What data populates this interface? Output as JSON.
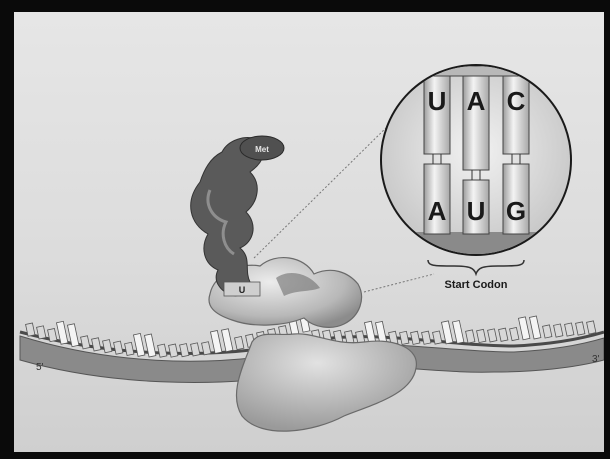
{
  "diagram": {
    "met_label": "Met",
    "anticodon_letters": [
      "U",
      "A",
      "C"
    ],
    "codon_letters": [
      "A",
      "U",
      "G"
    ],
    "start_codon_label": "Start Codon",
    "strand_end_left": "5'",
    "strand_end_right": "3'"
  },
  "colors": {
    "frame": "#0a0a0a",
    "background": "#dcdcdc",
    "ribosome": "#b0b0b0",
    "trna": "#555555",
    "mrna_strand": "#7a7a7a"
  }
}
